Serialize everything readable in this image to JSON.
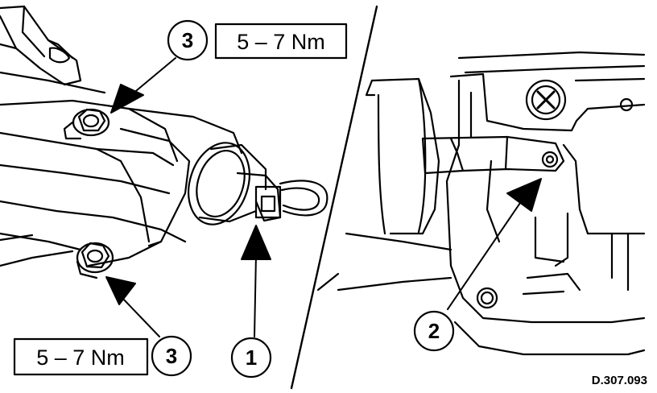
{
  "callouts": {
    "top_left": "3",
    "bottom_left": "3",
    "connector": "1",
    "right_pin": "2"
  },
  "torque": {
    "top": "5 – 7 Nm",
    "bottom": "5 – 7 Nm"
  },
  "reference": "D.307.093"
}
